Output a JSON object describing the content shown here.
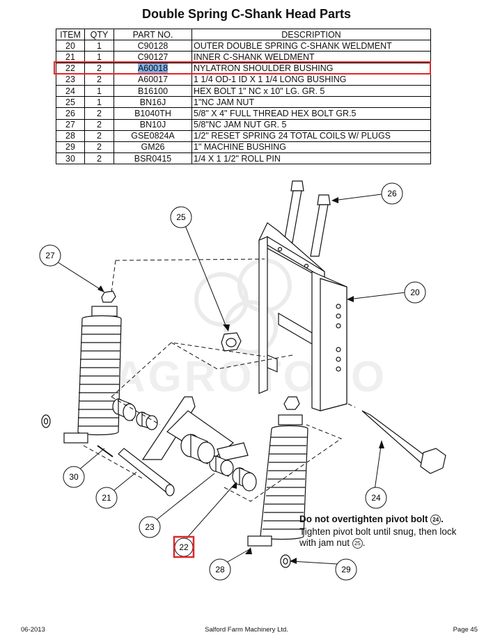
{
  "title": "Double Spring C-Shank Head Parts",
  "table": {
    "headers": {
      "item": "ITEM",
      "qty": "QTY",
      "part": "PART NO.",
      "desc": "DESCRIPTION"
    },
    "rows": [
      {
        "item": "20",
        "qty": "1",
        "part": "C90128",
        "desc": "OUTER DOUBLE SPRING C-SHANK WELDMENT"
      },
      {
        "item": "21",
        "qty": "1",
        "part": "C90127",
        "desc": "INNER C-SHANK WELDMENT"
      },
      {
        "item": "22",
        "qty": "2",
        "part": "A60018",
        "desc": "NYLATRON SHOULDER BUSHING"
      },
      {
        "item": "23",
        "qty": "2",
        "part": "A60017",
        "desc": "1 1/4 OD-1 ID X 1 1/4 LONG BUSHING"
      },
      {
        "item": "24",
        "qty": "1",
        "part": "B16100",
        "desc": "HEX BOLT 1\" NC x 10\" LG. GR. 5"
      },
      {
        "item": "25",
        "qty": "1",
        "part": "BN16J",
        "desc": "1\"NC JAM NUT"
      },
      {
        "item": "26",
        "qty": "2",
        "part": "B1040TH",
        "desc": "5/8\" X 4\" FULL THREAD HEX BOLT GR.5"
      },
      {
        "item": "27",
        "qty": "2",
        "part": "BN10J",
        "desc": "5/8\"NC JAM NUT GR. 5"
      },
      {
        "item": "28",
        "qty": "2",
        "part": "GSE0824A",
        "desc": "1/2\" RESET SPRING 24 TOTAL COILS W/ PLUGS"
      },
      {
        "item": "29",
        "qty": "2",
        "part": "GM26",
        "desc": "1\" MACHINE BUSHING"
      },
      {
        "item": "30",
        "qty": "2",
        "part": "BSR0415",
        "desc": "1/4 X 1 1/2\" ROLL PIN"
      }
    ]
  },
  "callouts": {
    "c20": "20",
    "c21": "21",
    "c22": "22",
    "c23": "23",
    "c24": "24",
    "c25": "25",
    "c26": "26",
    "c27": "27",
    "c28": "28",
    "c29": "29",
    "c30": "30"
  },
  "watermark": "AGROTOPO",
  "note": {
    "bold_text": "Do not overtighten pivot bolt",
    "bold_ref": "24",
    "body_text_1": "Tighten pivot bolt until snug, then lock with jam nut",
    "body_ref": "25",
    "body_end": "."
  },
  "footer": {
    "date": "06-2013",
    "company": "Salford Farm Machinery Ltd.",
    "page": "Page 45"
  },
  "colors": {
    "highlight_border": "#e0262a",
    "selected_cell": "#7fb1e6"
  }
}
